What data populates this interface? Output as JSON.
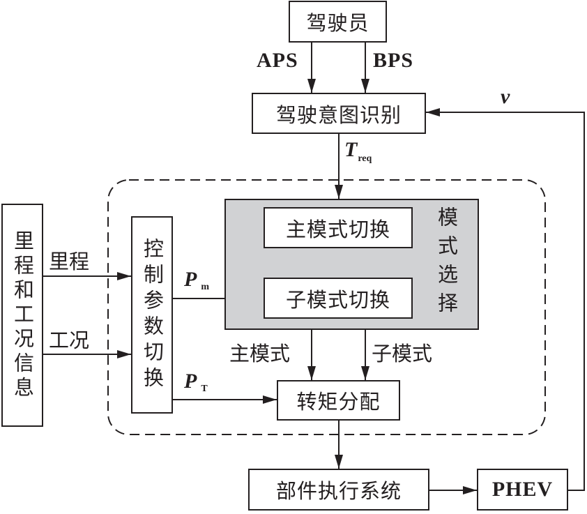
{
  "diagram": {
    "nodes": {
      "driver": "驾驶员",
      "intent": "驾驶意图识别",
      "mileage_info": "里程和工况信息",
      "param_switch": "控制参数切换",
      "main_mode_switch": "主模式切换",
      "sub_mode_switch": "子模式切换",
      "mode_select": "模式选择",
      "torque_dist": "转矩分配",
      "actuators": "部件执行系统",
      "phev": "PHEV"
    },
    "edges": {
      "aps": "APS",
      "bps": "BPS",
      "v": "v",
      "treq_main": "T",
      "treq_sub": "req",
      "mileage": "里程",
      "condition": "工况",
      "pm_main": "P",
      "pm_sub": "m",
      "pt_main": "P",
      "pt_sub": "T",
      "main_mode": "主模式",
      "sub_mode": "子模式"
    },
    "colors": {
      "line": "#231f20",
      "mode_select_fill": "#d1d2d4"
    }
  }
}
